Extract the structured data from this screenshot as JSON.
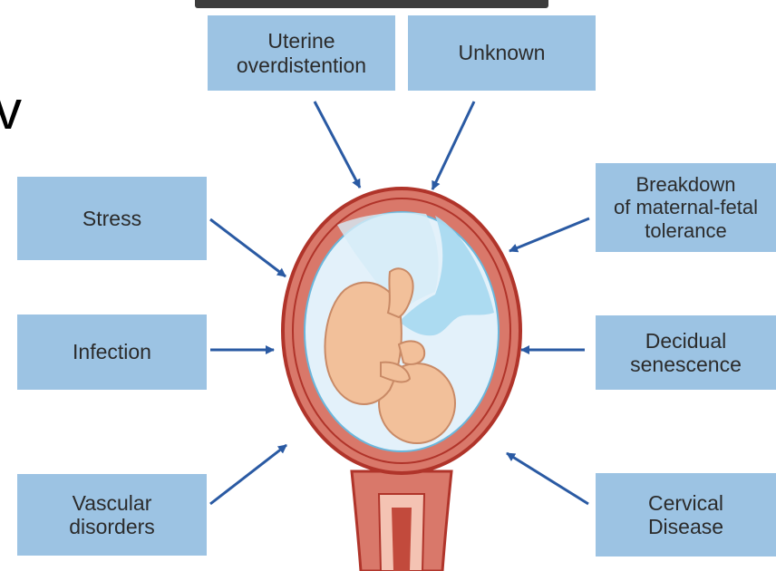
{
  "causes": {
    "uterine_overdistention": "Uterine\noverdistention",
    "unknown": "Unknown",
    "stress": "Stress",
    "maternal_fetal": "Breakdown\nof maternal-fetal\ntolerance",
    "infection": "Infection",
    "decidual": "Decidual\nsenescence",
    "vascular": "Vascular\ndisorders",
    "cervical": "Cervical\nDisease"
  },
  "fragment_text": "v",
  "colors": {
    "box_fill": "#9cc3e3",
    "arrow": "#2a5aa3",
    "uterus_wall": "#d9786a",
    "uterus_outline": "#b0342a",
    "amniotic": "#e3f1fa",
    "fetus": "#f2c09a"
  }
}
